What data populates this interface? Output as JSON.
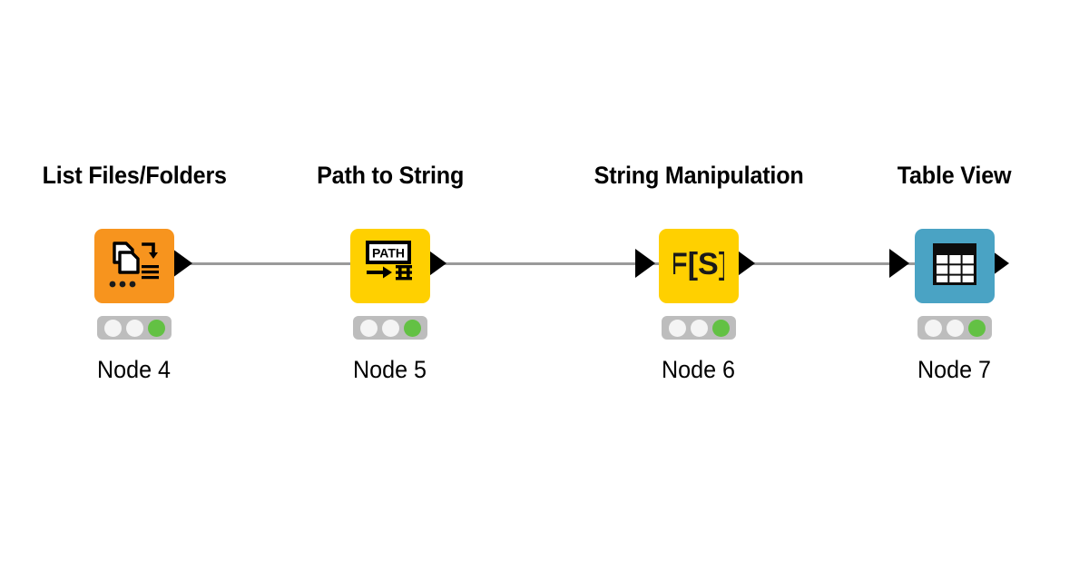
{
  "workflow": {
    "background_color": "#ffffff",
    "connector_color": "#9a9a9a",
    "arrow_color": "#000000",
    "status_bar_color": "#bdbdbd",
    "status_lamp_off_color": "#f4f4f4",
    "status_lamp_on_color": "#63c144",
    "nodes": [
      {
        "title": "List Files/Folders",
        "node_id": "Node 4",
        "box_color": "#f7941e",
        "icon": "documents-list-icon",
        "status": [
          "off",
          "off",
          "on"
        ]
      },
      {
        "title": "Path to String",
        "node_id": "Node 5",
        "box_color": "#ffd000",
        "icon": "path-to-string-icon",
        "icon_text": "PATH",
        "status": [
          "off",
          "off",
          "on"
        ]
      },
      {
        "title": "String Manipulation",
        "node_id": "Node 6",
        "box_color": "#ffd000",
        "icon": "function-string-icon",
        "icon_text": "F[S]",
        "status": [
          "off",
          "off",
          "on"
        ]
      },
      {
        "title": "Table View",
        "node_id": "Node 7",
        "box_color": "#4aa3c4",
        "icon": "table-grid-icon",
        "status": [
          "off",
          "off",
          "on"
        ]
      }
    ]
  }
}
